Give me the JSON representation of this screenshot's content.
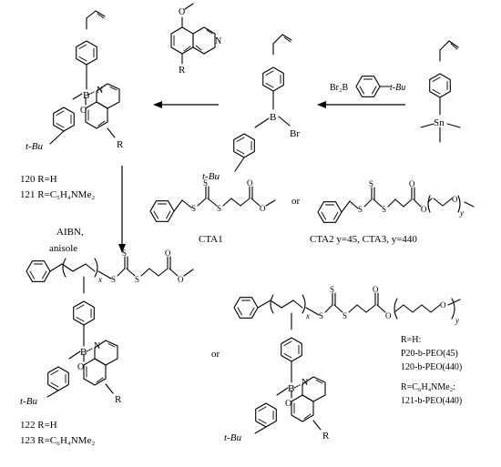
{
  "labels": {
    "boron_atom": "B",
    "boron_label_fancy": "B",
    "nitrogen_atom": "N",
    "oxygen_atom": "O",
    "oxygen_methoxy": "O",
    "tin_atom": "Sn",
    "bromine_atom": "Br",
    "br2b_group": "Br₂B",
    "tbu_group": "t-Bu",
    "r_group": "R",
    "sulfur_atom": "S",
    "x_subscript": "x",
    "y_subscript": "y",
    "or_word": "or"
  },
  "compounds": {
    "entry_120": "120  R=H",
    "entry_121": "121  R=C₅H₄NMe₂",
    "cta1": "CTA1",
    "cta2_3": "CTA2 y=45, CTA3, y=440",
    "product_122": "122  R=H",
    "product_123": "123  R=C₆H₄NMe₂"
  },
  "conditions": {
    "initiator": "AIBN,",
    "solvent": "anisole"
  },
  "copolymer_legend": {
    "r_h_label": "R=H:",
    "p20_peo45": "P20-b-PEO(45)",
    "p120_peo440": "120-b-PEO(440)",
    "r_aryl_label": "R=C₆H₄NMe₂:",
    "p121_peo440": "121-b-PEO(440)"
  }
}
